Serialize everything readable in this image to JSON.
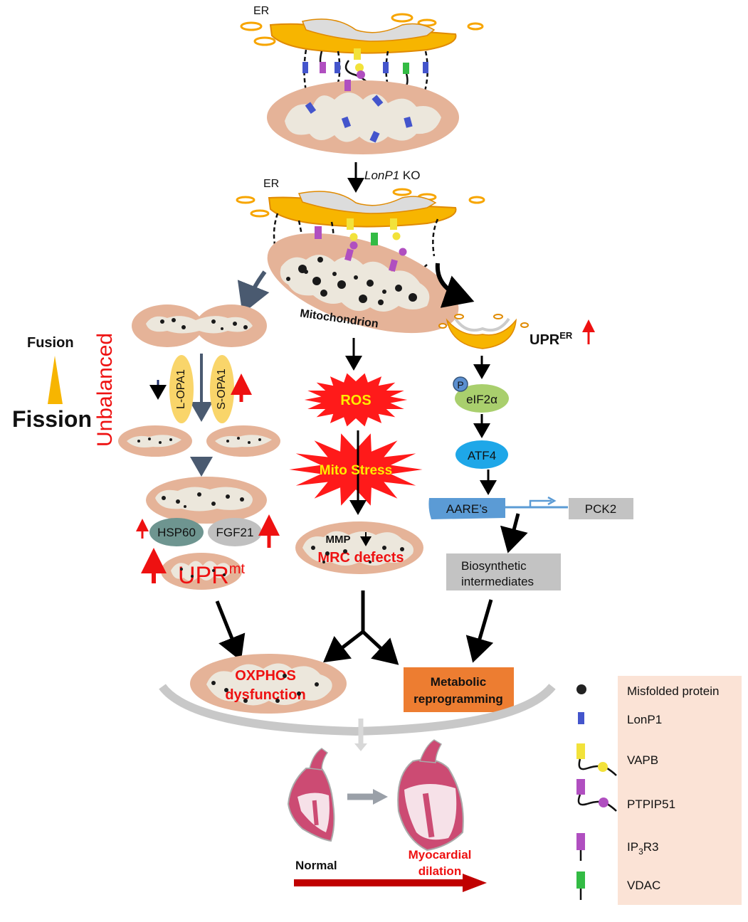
{
  "figure": {
    "er_label_top": "ER",
    "er_label_ko": "ER",
    "ko_label_gene": "LonP1",
    "ko_label_suffix": " KO",
    "mitochondrion_label": "Mitochondrion",
    "upr_er": {
      "main": "UPR",
      "sup": "ER"
    },
    "eif2a": "eIF2α",
    "phospho": "P",
    "atf4": "ATF4",
    "aares": "AARE’s",
    "pck2": "PCK2",
    "biosynthetic": [
      "Biosynthetic",
      "intermediates"
    ],
    "ros": "ROS",
    "mito_stress": "Mito Stress",
    "mmp": "MMP",
    "mrc": "MRC defects",
    "fusion": "Fusion",
    "fission": "Fission",
    "unbalanced": "Unbalanced",
    "l_opa1": "L-OPA1",
    "s_opa1": "S-OPA1",
    "hsp60": "HSP60",
    "fgf21": "FGF21",
    "upr_mt": {
      "main": "UPR",
      "sup": "mt"
    },
    "oxphos": [
      "OXPHOS",
      "dysfunction"
    ],
    "metabolic": [
      "Metabolic",
      "reprogramming"
    ],
    "normal": "Normal",
    "myocardial": [
      "Myocardial",
      "dilation"
    ]
  },
  "legend": {
    "items": [
      {
        "label": "Misfolded protein",
        "icon": "misfolded-protein-dot"
      },
      {
        "label": "LonP1",
        "icon": "lonp1-rect"
      },
      {
        "label": "VAPB",
        "icon": "vapb-tether"
      },
      {
        "label": "PTPIP51",
        "icon": "ptpip51-tether"
      },
      {
        "label_main": "IP",
        "label_sub": "3",
        "label_tail": "R3",
        "icon": "ip3r3-channel"
      },
      {
        "label": "VDAC",
        "icon": "vdac-channel"
      }
    ]
  },
  "colors": {
    "er_orange": "#f7b500",
    "mito_outer": "#e5b398",
    "mito_inner": "#ece7dc",
    "lonp1": "#4455cc",
    "vapb": "#f2e23a",
    "ptpip51": "#b04fc0",
    "vdac": "#33bb44",
    "red": "#ee1111",
    "dark_red": "#c00000",
    "slate_arrow": "#4a5a70",
    "opa_yellow": "#f9d56a",
    "hsp60": "#6e9590",
    "fgf21": "#c0c0c0",
    "eif2a": "#a9cf6d",
    "atf4": "#1ea7e8",
    "aare": "#5b9bd5",
    "grey_box": "#c3c3c3",
    "metabolic": "#ed7d31",
    "legend_bg": "#fbe3d6",
    "heart": "#cc4b73",
    "heart_light": "#f6e1e8"
  }
}
